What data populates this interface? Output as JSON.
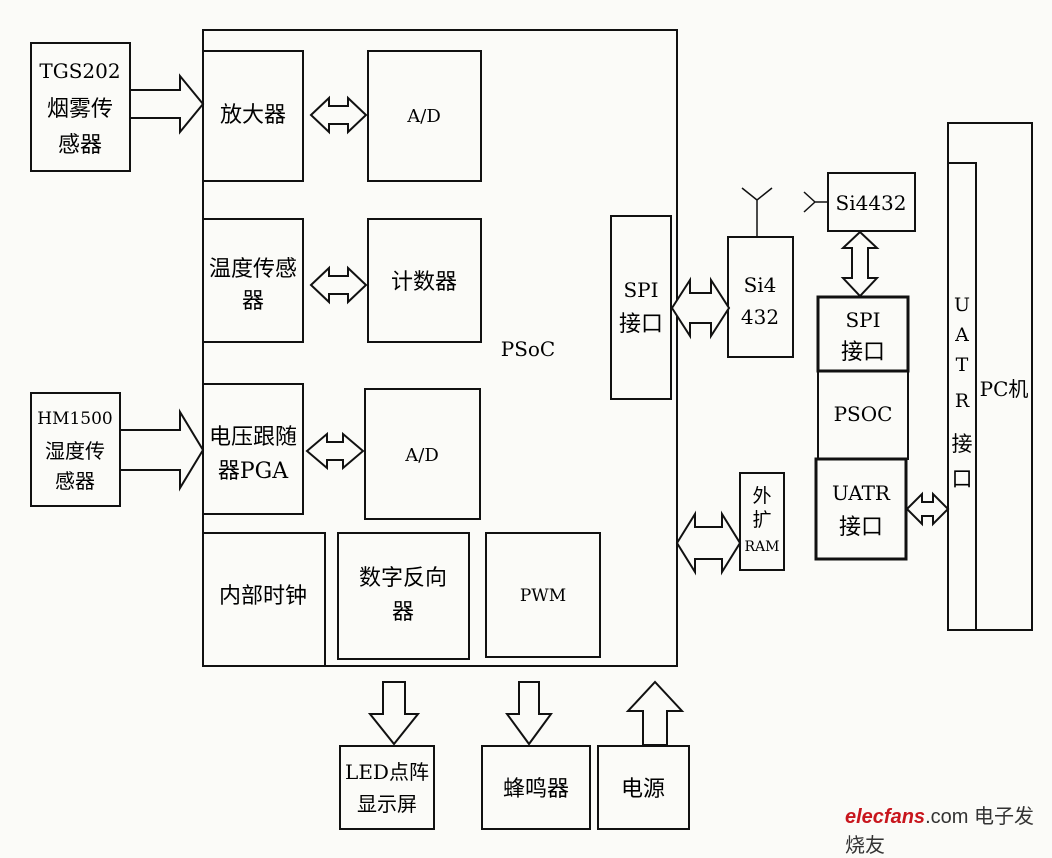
{
  "blocks": {
    "tgs202": [
      "TGS202",
      "烟雾传",
      "感器"
    ],
    "hm1500": [
      "HM1500",
      "湿度传",
      "感器"
    ],
    "amplifier": "放大器",
    "ad1": "A/D",
    "temp_sensor": [
      "温度传感",
      "器"
    ],
    "counter": "计数器",
    "voltage_follower": [
      "电压跟随",
      "器PGA"
    ],
    "ad2": "A/D",
    "internal_clock": "内部时钟",
    "digital_inverter": [
      "数字反向",
      "器"
    ],
    "pwm": "PWM",
    "psoc_main": "PSoC",
    "spi_left": [
      "SPI",
      "接口"
    ],
    "si4432_mid": [
      "Si4",
      "432"
    ],
    "si4432_top": "Si4432",
    "spi_right": [
      "SPI",
      "接口"
    ],
    "psoc_right": "PSOC",
    "uatr_right": [
      "UATR",
      "接口"
    ],
    "ext_ram": [
      "外",
      "扩",
      "RAM"
    ],
    "uatr_vertical": [
      "U",
      "A",
      "T",
      "R",
      "接",
      "口"
    ],
    "pc": "PC机",
    "led": [
      "LED点阵",
      "显示屏"
    ],
    "buzzer": "蜂鸣器",
    "power": "电源"
  },
  "watermark": {
    "brand": "elecfans",
    "domain": ".com",
    "cn": "电子发烧友"
  }
}
